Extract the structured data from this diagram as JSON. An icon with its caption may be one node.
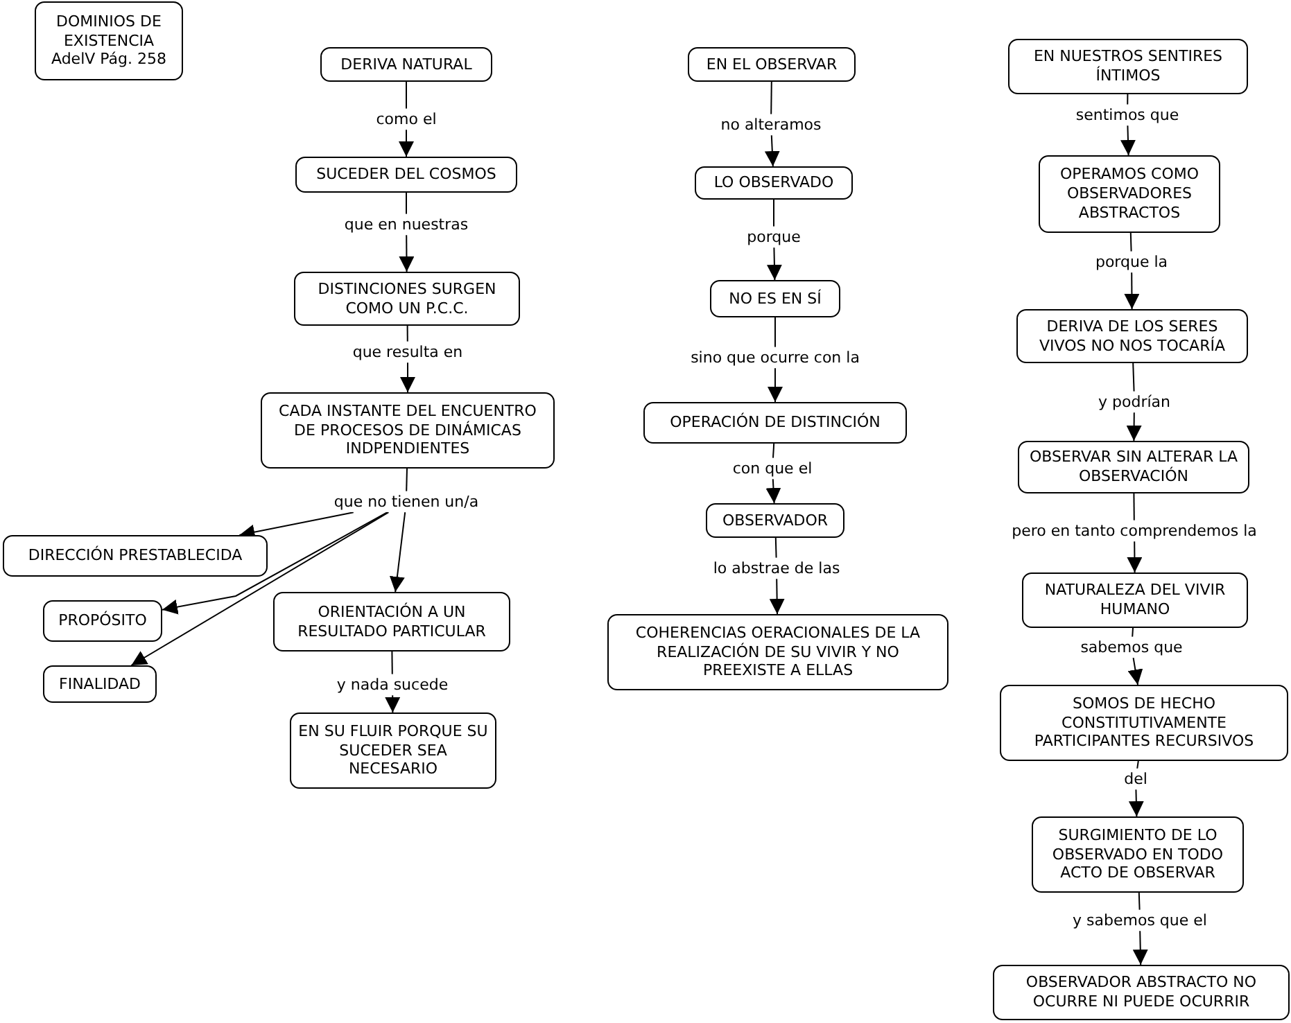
{
  "diagram": {
    "nodes": [
      {
        "text": [
          "DOMINIOS DE EXISTENCIA AdelV Pág. 258"
        ]
      },
      {
        "text": [
          "DERIVA NATURAL"
        ]
      },
      {
        "text": [
          "como el"
        ]
      },
      {
        "text": [
          "SUCEDER DEL COSMOS"
        ]
      },
      {
        "text": [
          "que en nuestras"
        ]
      },
      {
        "text": [
          "DISTINCIONES SURGEN COMO UN P.C.C."
        ]
      },
      {
        "text": [
          "que resulta en"
        ]
      },
      {
        "text": [
          "CADA INSTANTE DEL ENCUENTRO DE PROCESOS DE DINÁMICAS INDPENDIENTES"
        ]
      },
      {
        "text": [
          "que no tienen un/a"
        ]
      },
      {
        "text": [
          "DIRECCIÓN PRESTABLECIDA"
        ]
      },
      {
        "text": [
          "PROPÓSITO"
        ]
      },
      {
        "text": [
          "ORIENTACIÓN A UN RESULTADO PARTICULAR"
        ]
      },
      {
        "text": [
          "FINALIDAD"
        ]
      },
      {
        "text": [
          "y nada sucede"
        ]
      },
      {
        "text": [
          "EN SU FLUIR PORQUE SU SUCEDER SEA NECESARIO"
        ]
      },
      {
        "text": [
          "EN EL OBSERVAR"
        ]
      },
      {
        "text": [
          "no alteramos"
        ]
      },
      {
        "text": [
          "LO OBSERVADO"
        ]
      },
      {
        "text": [
          "porque"
        ]
      },
      {
        "text": [
          "NO ES EN SÍ"
        ]
      },
      {
        "text": [
          "sino que ocurre con la"
        ]
      },
      {
        "text": [
          "OPERACIÓN DE DISTINCIÓN"
        ]
      },
      {
        "text": [
          "con que el"
        ]
      },
      {
        "text": [
          "OBSERVADOR"
        ]
      },
      {
        "text": [
          "lo abstrae de las"
        ]
      },
      {
        "text": [
          "COHERENCIAS OERACIONALES DE LA REALIZACIÓN DE SU VIVIR Y NO PREEXISTE A ELLAS"
        ]
      },
      {
        "text": [
          "EN NUESTROS SENTIRES ÍNTIMOS"
        ]
      },
      {
        "text": [
          "sentimos que"
        ]
      },
      {
        "text": [
          "OPERAMOS COMO OBSERVADORES ABSTRACTOS"
        ]
      },
      {
        "text": [
          "porque la"
        ]
      },
      {
        "text": [
          "DERIVA DE LOS SERES VIVOS NO NOS TOCARÍA"
        ]
      },
      {
        "text": [
          "y podrían"
        ]
      },
      {
        "text": [
          "OBSERVAR SIN ALTERAR LA OBSERVACIÓN"
        ]
      },
      {
        "text": [
          "pero en tanto comprendemos la"
        ]
      },
      {
        "text": [
          "NATURALEZA DEL VIVIR HUMANO"
        ]
      },
      {
        "text": [
          "sabemos que"
        ]
      },
      {
        "text": [
          "SOMOS DE HECHO CONSTITUTIVAMENTE PARTICIPANTES RECURSIVOS"
        ]
      },
      {
        "text": [
          "del"
        ]
      },
      {
        "text": [
          "SURGIMIENTO DE LO OBSERVADO EN TODO ACTO DE OBSERVAR"
        ]
      },
      {
        "text": [
          "y sabemos que el"
        ]
      },
      {
        "text": [
          "OBSERVADOR ABSTRACTO NO OCURRE NI PUEDE OCURRIR"
        ]
      }
    ],
    "edges": [
      {
        "from": 1,
        "to": 2,
        "arrow": "none"
      },
      {
        "from": 2,
        "to": 3,
        "arrow": "to"
      },
      {
        "from": 3,
        "to": 4,
        "arrow": "none"
      },
      {
        "from": 4,
        "to": 5,
        "arrow": "to"
      },
      {
        "from": 5,
        "to": 6,
        "arrow": "none"
      },
      {
        "from": 6,
        "to": 7,
        "arrow": "to"
      },
      {
        "from": 7,
        "to": 8,
        "arrow": "none"
      },
      {
        "from": 8,
        "to": 9,
        "arrow": "to"
      },
      {
        "from": 8,
        "to": 10,
        "arrow": "to"
      },
      {
        "from": 8,
        "to": 11,
        "arrow": "to"
      },
      {
        "from": 8,
        "to": 12,
        "arrow": "to"
      },
      {
        "from": 11,
        "to": 13,
        "arrow": "none"
      },
      {
        "from": 13,
        "to": 14,
        "arrow": "to"
      },
      {
        "from": 15,
        "to": 16,
        "arrow": "none"
      },
      {
        "from": 16,
        "to": 17,
        "arrow": "to"
      },
      {
        "from": 17,
        "to": 18,
        "arrow": "none"
      },
      {
        "from": 18,
        "to": 19,
        "arrow": "to"
      },
      {
        "from": 19,
        "to": 20,
        "arrow": "none"
      },
      {
        "from": 20,
        "to": 21,
        "arrow": "to"
      },
      {
        "from": 21,
        "to": 22,
        "arrow": "none"
      },
      {
        "from": 22,
        "to": 23,
        "arrow": "to"
      },
      {
        "from": 23,
        "to": 24,
        "arrow": "none"
      },
      {
        "from": 24,
        "to": 25,
        "arrow": "to"
      },
      {
        "from": 26,
        "to": 27,
        "arrow": "none"
      },
      {
        "from": 27,
        "to": 28,
        "arrow": "to"
      },
      {
        "from": 28,
        "to": 29,
        "arrow": "none"
      },
      {
        "from": 29,
        "to": 30,
        "arrow": "to"
      },
      {
        "from": 30,
        "to": 31,
        "arrow": "none"
      },
      {
        "from": 31,
        "to": 32,
        "arrow": "to"
      },
      {
        "from": 32,
        "to": 33,
        "arrow": "none"
      },
      {
        "from": 33,
        "to": 34,
        "arrow": "to"
      },
      {
        "from": 34,
        "to": 35,
        "arrow": "none"
      },
      {
        "from": 35,
        "to": 36,
        "arrow": "to"
      },
      {
        "from": 36,
        "to": 37,
        "arrow": "none"
      },
      {
        "from": 37,
        "to": 38,
        "arrow": "to"
      },
      {
        "from": 38,
        "to": 39,
        "arrow": "none"
      },
      {
        "from": 39,
        "to": 40,
        "arrow": "to"
      }
    ]
  }
}
